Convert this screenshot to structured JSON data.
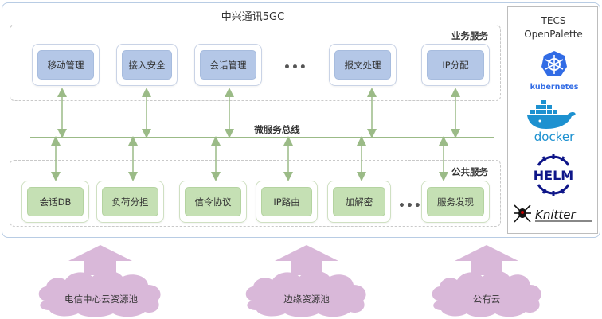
{
  "title": "中兴通讯5GC",
  "business_services": {
    "label": "业务服务",
    "items": [
      "移动管理",
      "接入安全",
      "会话管理",
      "报文处理",
      "IP分配"
    ],
    "ellipsis": "•••"
  },
  "bus": {
    "label": "微服务总线"
  },
  "public_services": {
    "label": "公共服务",
    "items": [
      "会话DB",
      "负荷分担",
      "信令协议",
      "IP路由",
      "加解密",
      "服务发现"
    ],
    "ellipsis": "•••"
  },
  "tecs": {
    "title_line1": "TECS",
    "title_line2": "OpenPalette",
    "logos": [
      "kubernetes",
      "docker",
      "HELM",
      "Knitter"
    ]
  },
  "clouds": [
    "电信中心云资源池",
    "边缘资源池",
    "公有云"
  ],
  "colors": {
    "business_chip": "#b4c7e7",
    "public_chip": "#c5e0b4",
    "arrow": "#9bbb87",
    "cloud": "#d9b8d9",
    "kubernetes": "#326ce5",
    "docker": "#1d91d0",
    "helm": "#0f1689"
  }
}
